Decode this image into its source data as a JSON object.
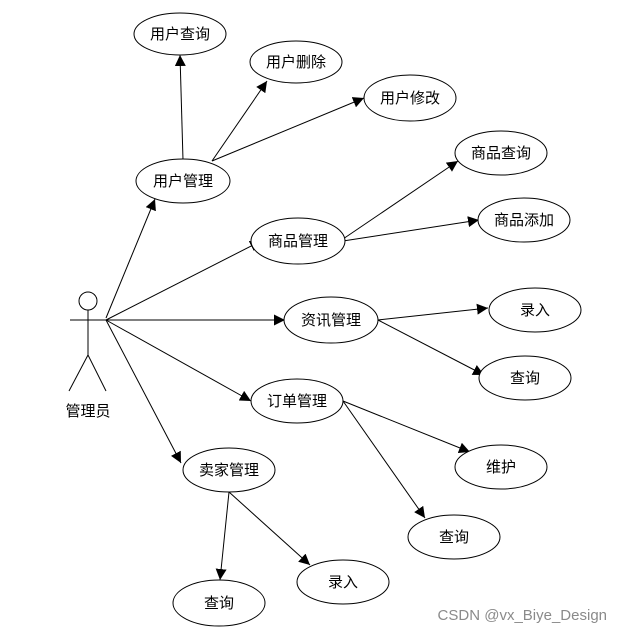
{
  "diagram": {
    "actor": {
      "label": "管理员"
    },
    "use_cases": {
      "user_mgmt": "用户管理",
      "user_query": "用户查询",
      "user_delete": "用户删除",
      "user_edit": "用户修改",
      "goods_mgmt": "商品管理",
      "goods_query": "商品查询",
      "goods_add": "商品添加",
      "news_mgmt": "资讯管理",
      "news_entry": "录入",
      "news_query": "查询",
      "order_mgmt": "订单管理",
      "order_maintain": "维护",
      "order_query": "查询",
      "seller_mgmt": "卖家管理",
      "seller_query": "查询",
      "seller_entry": "录入"
    }
  },
  "watermark": "CSDN @vx_Biye_Design"
}
